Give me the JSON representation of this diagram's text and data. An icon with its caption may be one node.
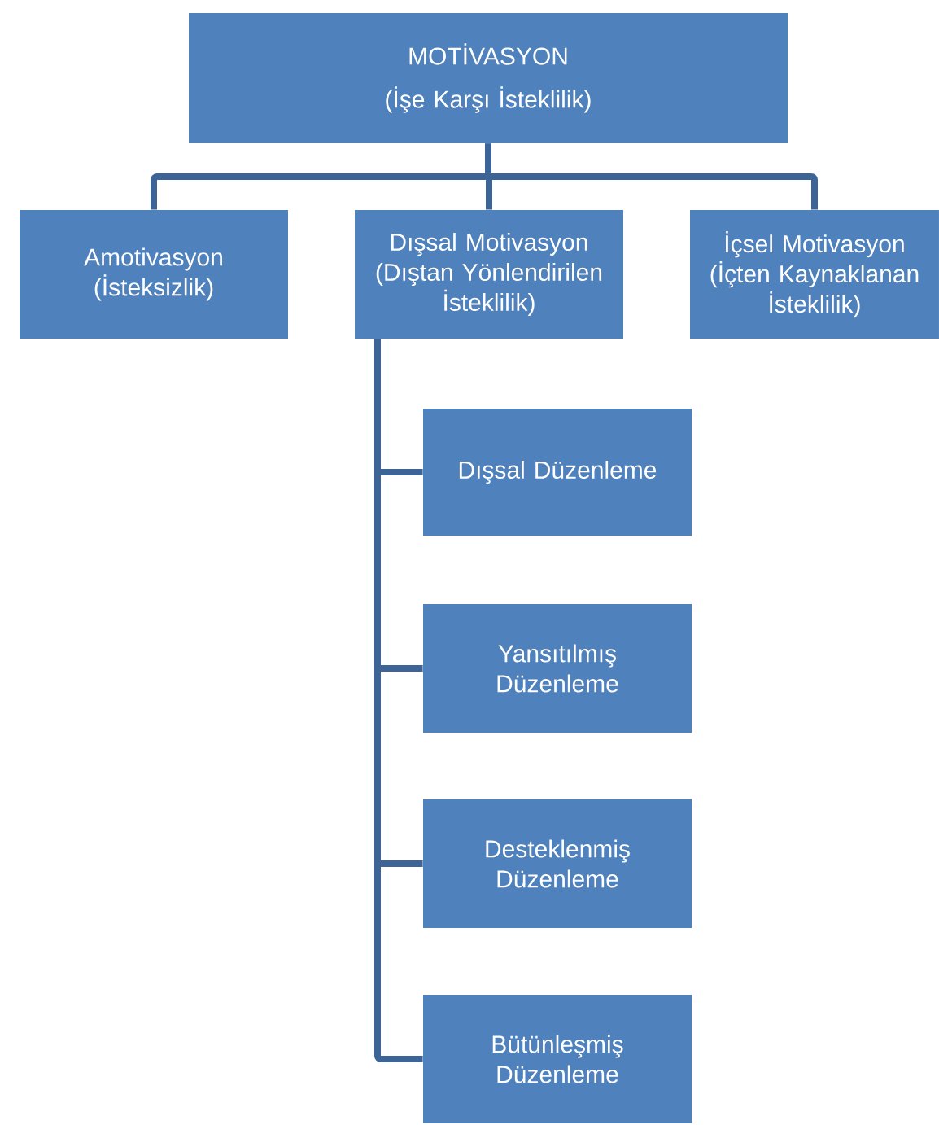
{
  "diagram": {
    "nodes": [
      {
        "text": [
          "MOTİVASYON",
          "(İşe Karşı İsteklilik)"
        ]
      },
      {
        "text": [
          "Amotivasyon (İsteksizlik)"
        ]
      },
      {
        "text": [
          "Dışsal Motivasyon (Dıştan Yönlendirilen İsteklilik)"
        ]
      },
      {
        "text": [
          "İçsel Motivasyon (İçten Kaynaklanan İsteklilik)"
        ]
      },
      {
        "text": [
          "Dışsal Düzenleme"
        ]
      },
      {
        "text": [
          "Yansıtılmış Düzenleme"
        ]
      },
      {
        "text": [
          "Desteklenmiş Düzenleme"
        ]
      },
      {
        "text": [
          "Bütünleşmiş Düzenleme"
        ]
      }
    ],
    "edges": [
      {
        "from": 0,
        "to": 1,
        "arrow": "none"
      },
      {
        "from": 0,
        "to": 2,
        "arrow": "none"
      },
      {
        "from": 0,
        "to": 3,
        "arrow": "none"
      },
      {
        "from": 2,
        "to": 4,
        "arrow": "none"
      },
      {
        "from": 2,
        "to": 5,
        "arrow": "none"
      },
      {
        "from": 2,
        "to": 6,
        "arrow": "none"
      },
      {
        "from": 2,
        "to": 7,
        "arrow": "none"
      }
    ]
  }
}
